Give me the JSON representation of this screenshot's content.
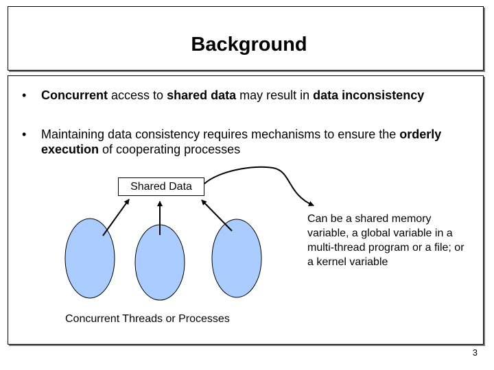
{
  "slide": {
    "title": "Background",
    "page_number": "3"
  },
  "bullets": [
    {
      "marker": "•",
      "parts": [
        {
          "text": "Concurrent",
          "bold": true
        },
        {
          "text": " access to ",
          "bold": false
        },
        {
          "text": "shared data",
          "bold": true
        },
        {
          "text": " may result in ",
          "bold": false
        },
        {
          "text": "data inconsistency",
          "bold": true
        }
      ]
    },
    {
      "marker": "•",
      "parts": [
        {
          "text": "Maintaining data consistency requires mechanisms to ensure the ",
          "bold": false
        },
        {
          "text": "orderly execution",
          "bold": true
        },
        {
          "text": " of cooperating processes",
          "bold": false
        }
      ]
    }
  ],
  "diagram": {
    "shared_data_label": "Shared Data",
    "note": "Can be a shared memory variable, a global variable in a multi-thread program or a file; or a kernel variable",
    "caption": "Concurrent Threads or Processes",
    "ellipse_fill": "#aaccff",
    "ellipse_stroke": "#000000"
  }
}
